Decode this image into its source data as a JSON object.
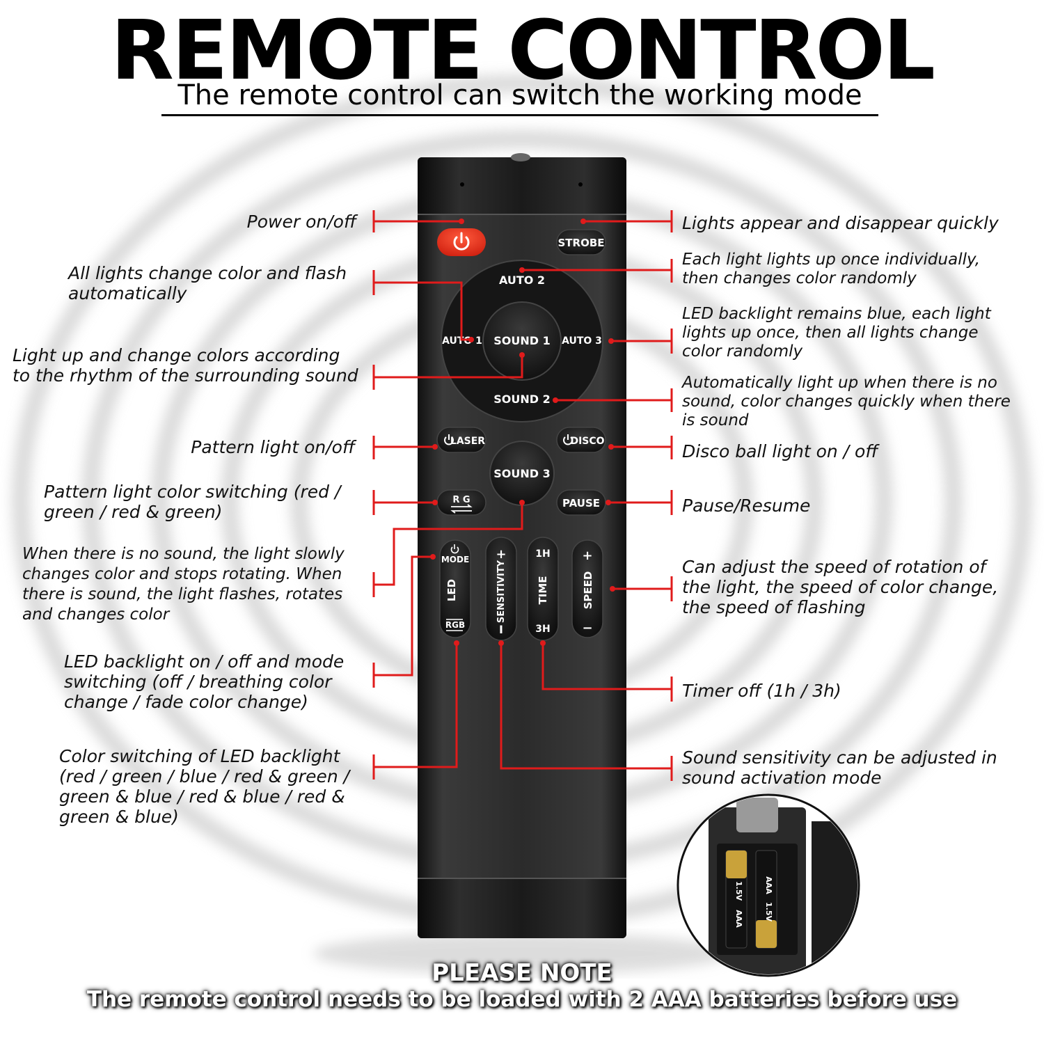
{
  "header": {
    "title": "REMOTE CONTROL",
    "subtitle": "The remote control can switch the working mode"
  },
  "remote_buttons": {
    "strobe": "STROBE",
    "auto2": "AUTO 2",
    "auto1": "AUTO 1",
    "sound1": "SOUND 1",
    "auto3": "AUTO 3",
    "sound2": "SOUND 2",
    "laser": "LASER",
    "disco": "DISCO",
    "sound3": "SOUND 3",
    "rg": "R G",
    "pause": "PAUSE",
    "mode": "MODE",
    "led": "LED",
    "rgb": "RGB",
    "sensitivity": "SENSITIVITY",
    "plus": "+",
    "minus": "I",
    "time_1h": "1H",
    "time": "TIME",
    "time_3h": "3H",
    "speed": "SPEED",
    "speed_plus": "+",
    "speed_minus": "−"
  },
  "battery": {
    "type": "AAA",
    "voltage": "1.5V"
  },
  "labels_left": {
    "power": "Power on/off",
    "auto1": "All lights change color and flash automatically",
    "sound1": "Light up and change colors according to the rhythm of the surrounding sound",
    "laser": "Pattern light on/off",
    "rg": "Pattern light color switching (red / green / red & green)",
    "sound3": "When there is no sound, the light slowly changes color and stops rotating. When there is sound, the light flashes, rotates and changes color",
    "mode": "LED backlight on / off and mode switching (off / breathing color change / fade color change)",
    "rgb": "Color switching of LED backlight (red / green / blue / red & green / green & blue / red & blue / red & green & blue)"
  },
  "labels_right": {
    "strobe": "Lights appear and disappear quickly",
    "auto2": "Each light lights up once individually, then changes color randomly",
    "auto3": "LED backlight remains blue, each light lights up once, then all lights change color randomly",
    "sound2": "Automatically light up when there is no sound, color changes quickly when there is sound",
    "disco": "Disco ball light on / off",
    "pause": "Pause/Resume",
    "speed": "Can adjust the speed of rotation of the light, the speed of color change, the speed of flashing",
    "time": "Timer off (1h / 3h)",
    "sensitivity": "Sound sensitivity can be adjusted in sound activation mode"
  },
  "note": {
    "title": "PLEASE NOTE",
    "text": "The remote control needs to be loaded with 2 AAA batteries before use"
  },
  "colors": {
    "accent_red": "#e01b1b",
    "remote_body": "#2a2a2a",
    "power_button": "#e8321f"
  },
  "icons": [
    "power-icon",
    "battery-icon",
    "swap-arrows-icon"
  ]
}
